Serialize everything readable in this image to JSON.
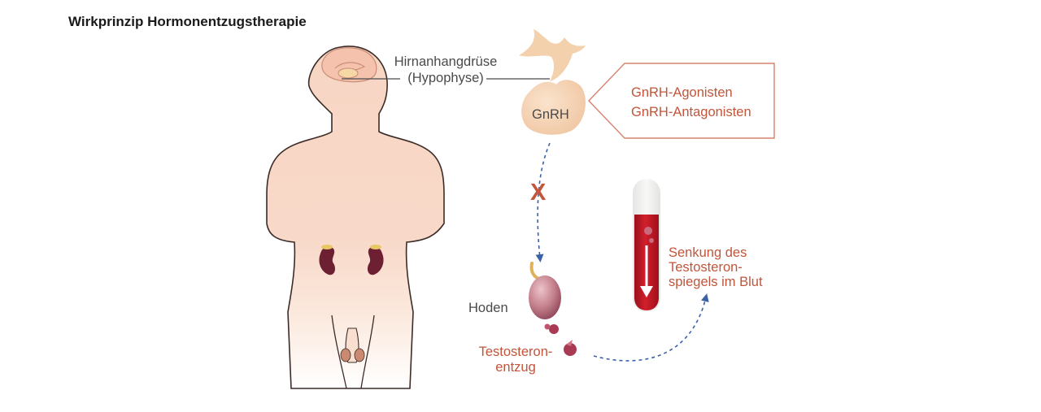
{
  "title": "Wirkprinzip Hormonentzugstherapie",
  "labels": {
    "pituitary_line1": "Hirnanhangdrüse",
    "pituitary_line2": "(Hypophyse)",
    "gnrh": "GnRH",
    "drug1": "GnRH-Agonisten",
    "drug2": "GnRH-Antagonisten",
    "block": "X",
    "testes": "Hoden",
    "withdrawal_line1": "Testosteron-",
    "withdrawal_line2": "entzug",
    "reduction_line1": "Senkung des",
    "reduction_line2": "Testosteron-",
    "reduction_line3": "spiegels im Blut"
  },
  "colors": {
    "skin": "#f8d9c8",
    "skin_dark": "#3c2c28",
    "pituitary": "#f2cfae",
    "accent": "#c2553a",
    "kidney": "#6e2033",
    "testis": "#b06474",
    "blood": "#b5121f",
    "arrow": "#3a63a6"
  }
}
